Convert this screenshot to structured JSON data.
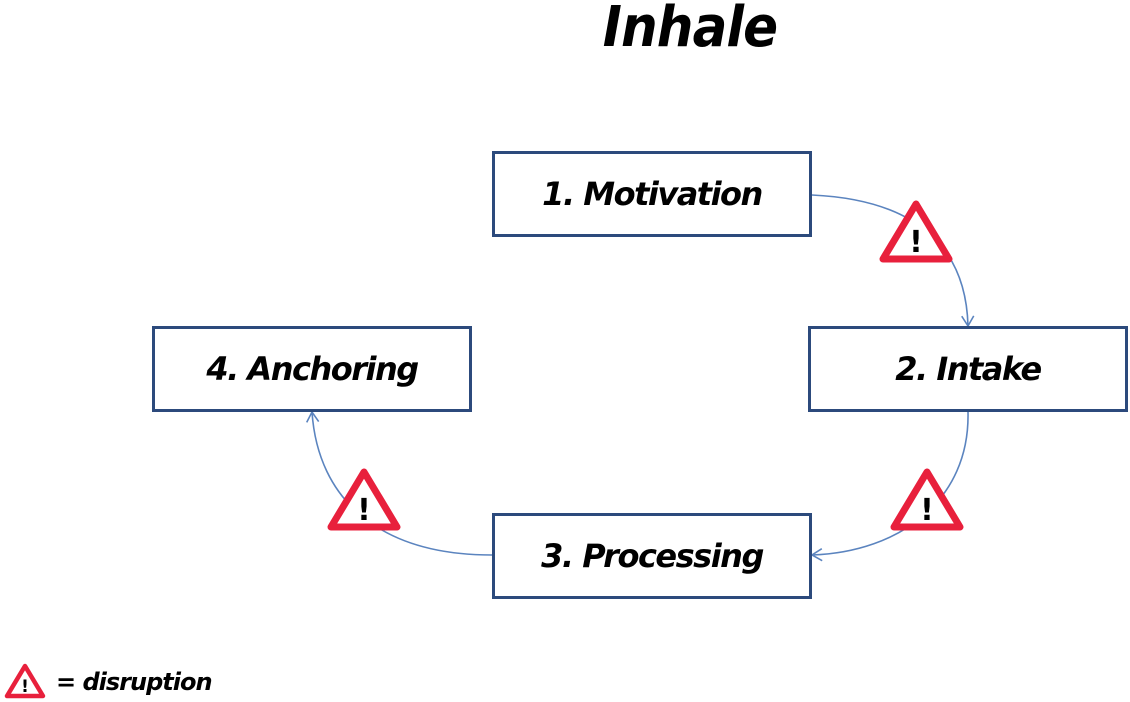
{
  "title": "Inhale",
  "stages": [
    {
      "label": "1. Motivation"
    },
    {
      "label": "2. Intake"
    },
    {
      "label": "3. Processing"
    },
    {
      "label": "4. Anchoring"
    }
  ],
  "legend": {
    "symbol_text": "!",
    "label": "= disruption"
  },
  "colors": {
    "box_border": "#2c4a7c",
    "arrow": "#5b84bf",
    "warning": "#e8203c"
  },
  "icons": {
    "warning": "warning-triangle-icon"
  }
}
